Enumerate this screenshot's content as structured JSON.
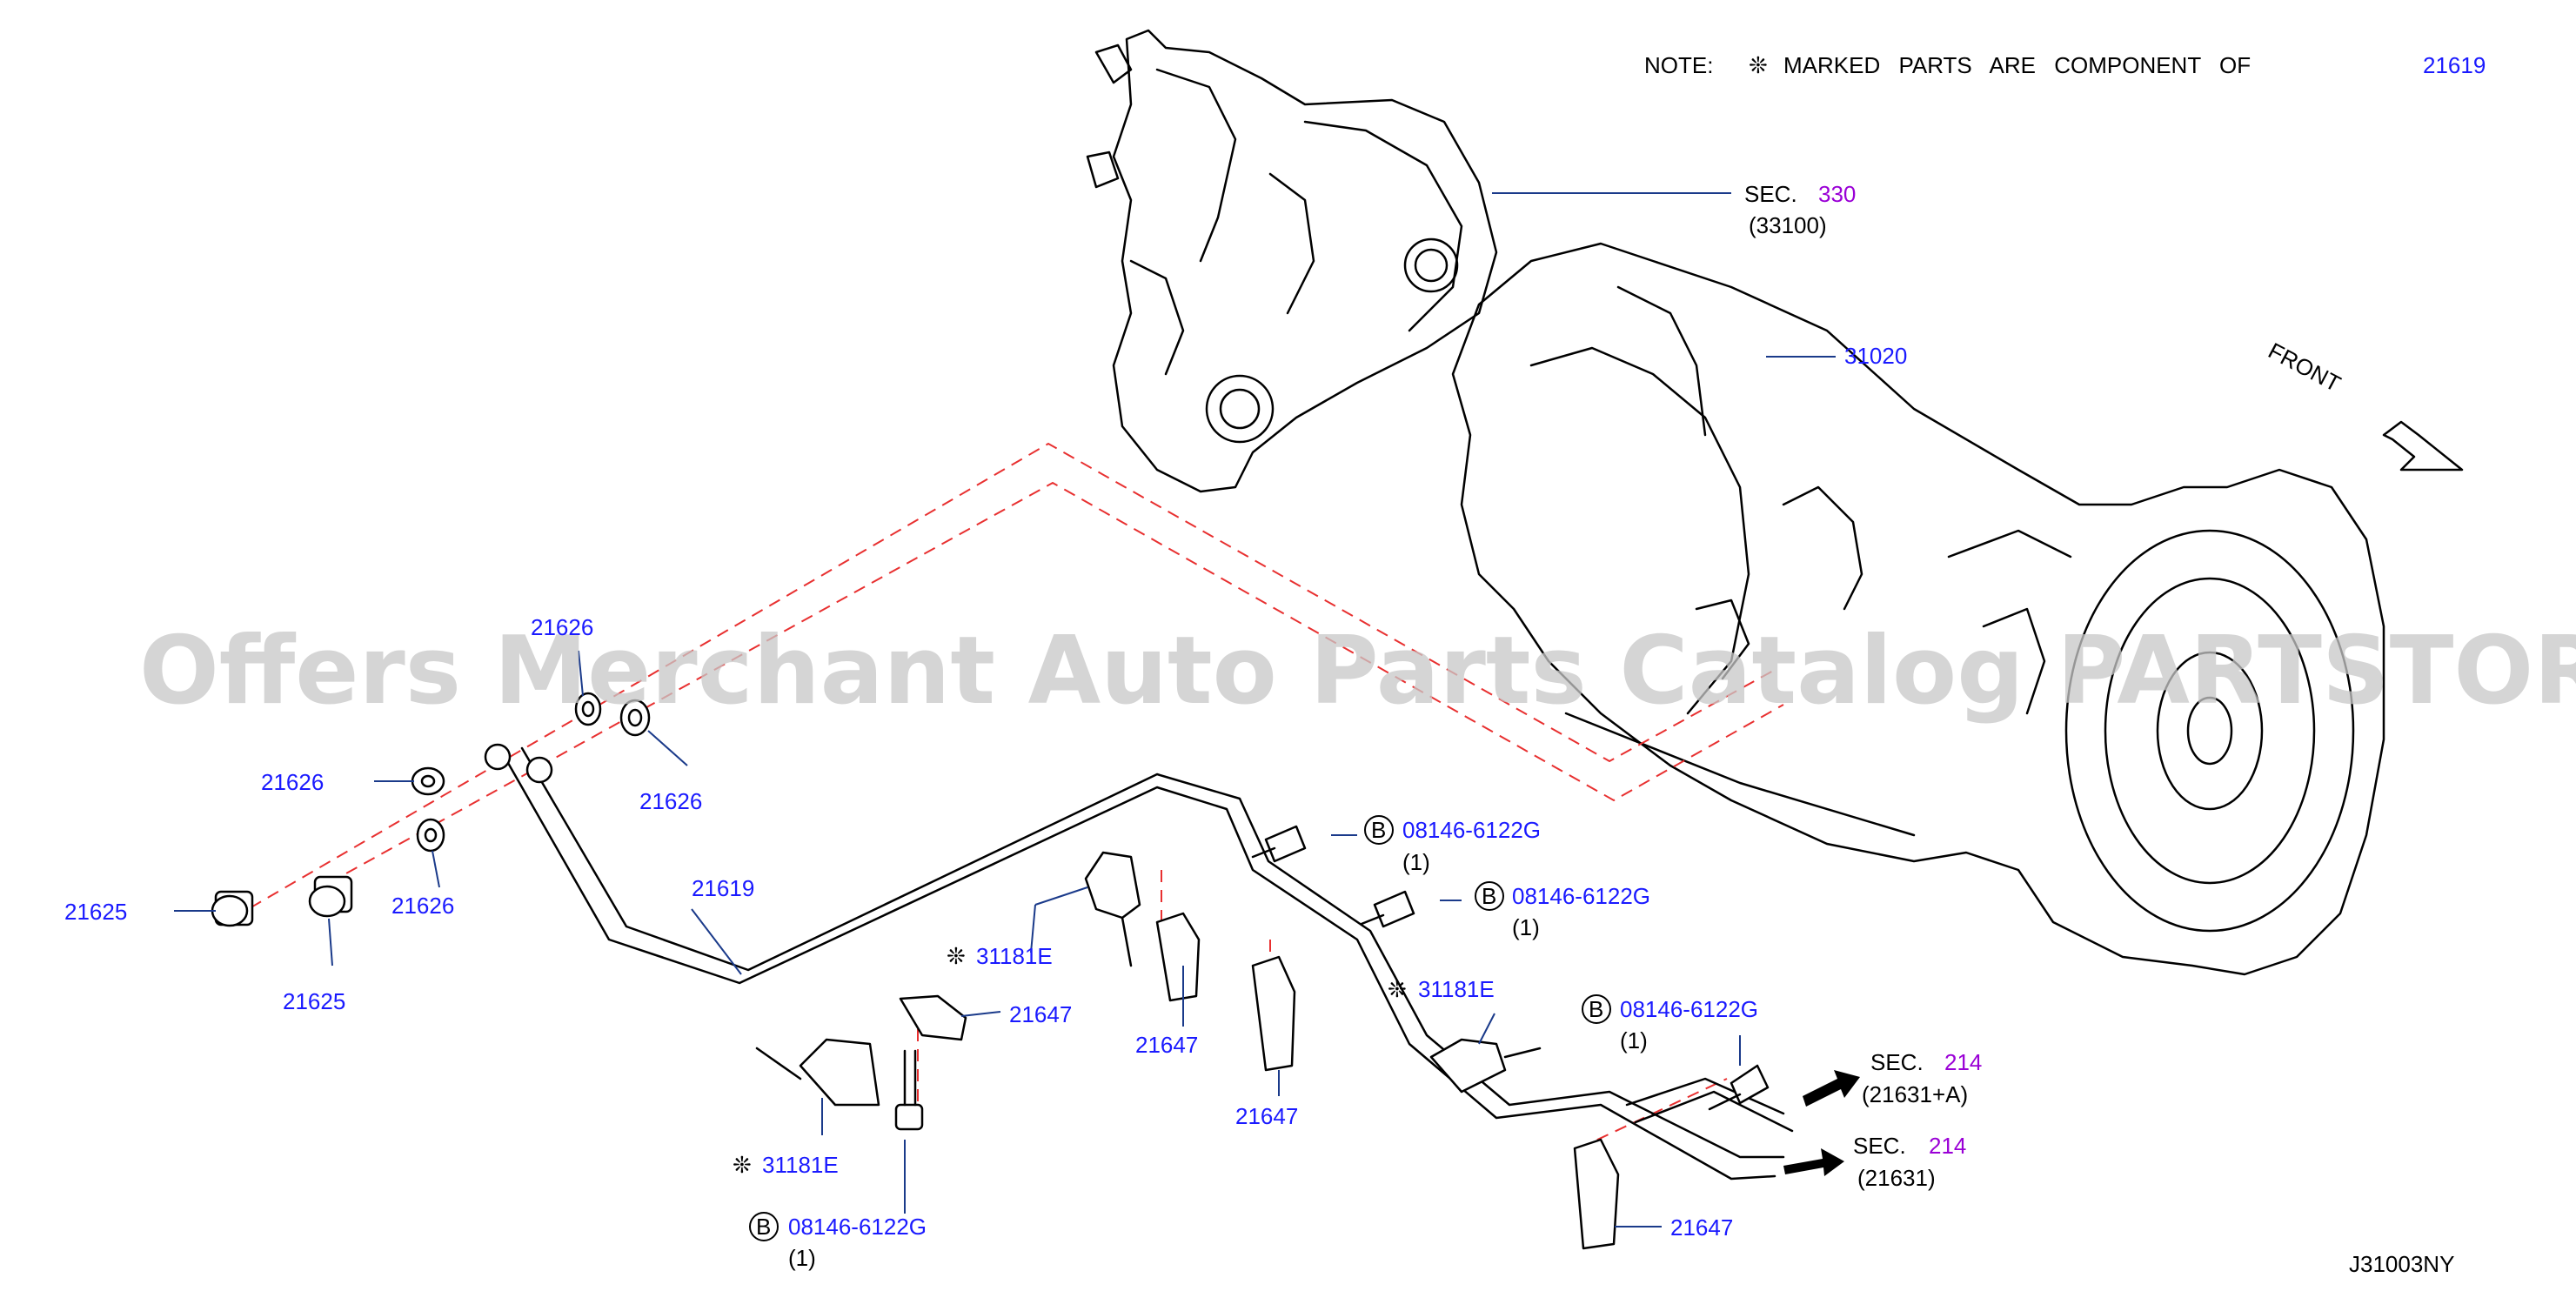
{
  "note": {
    "prefix": "NOTE:",
    "mark": "❊",
    "text": "MARKED PARTS ARE COMPONENT OF",
    "ref": "21619"
  },
  "watermark": "Offers Merchant Auto Parts Catalog PARTSTORE SA",
  "front_label": "FRONT",
  "diagram_code": "J31003NY",
  "sections": [
    {
      "prefix": "SEC.",
      "num": "330",
      "sub": "(33100)"
    },
    {
      "prefix": "SEC.",
      "num": "214",
      "sub": "(21631+A)"
    },
    {
      "prefix": "SEC.",
      "num": "214",
      "sub": "(21631)"
    }
  ],
  "labels": {
    "p31020": "31020",
    "p21626_a": "21626",
    "p21626_b": "21626",
    "p21626_c": "21626",
    "p21626_d": "21626",
    "p21625_a": "21625",
    "p21625_b": "21625",
    "p21619": "21619",
    "p31181e_a": "31181E",
    "p31181e_b": "31181E",
    "p31181e_c": "31181E",
    "p21647_a": "21647",
    "p21647_b": "21647",
    "p21647_c": "21647",
    "p21647_d": "21647",
    "bolt_mark": "❊",
    "b_symbol": "B",
    "bolt_a": "08146-6122G",
    "bolt_b": "08146-6122G",
    "bolt_c": "08146-6122G",
    "bolt_d": "08146-6122G",
    "qty": "(1)"
  }
}
